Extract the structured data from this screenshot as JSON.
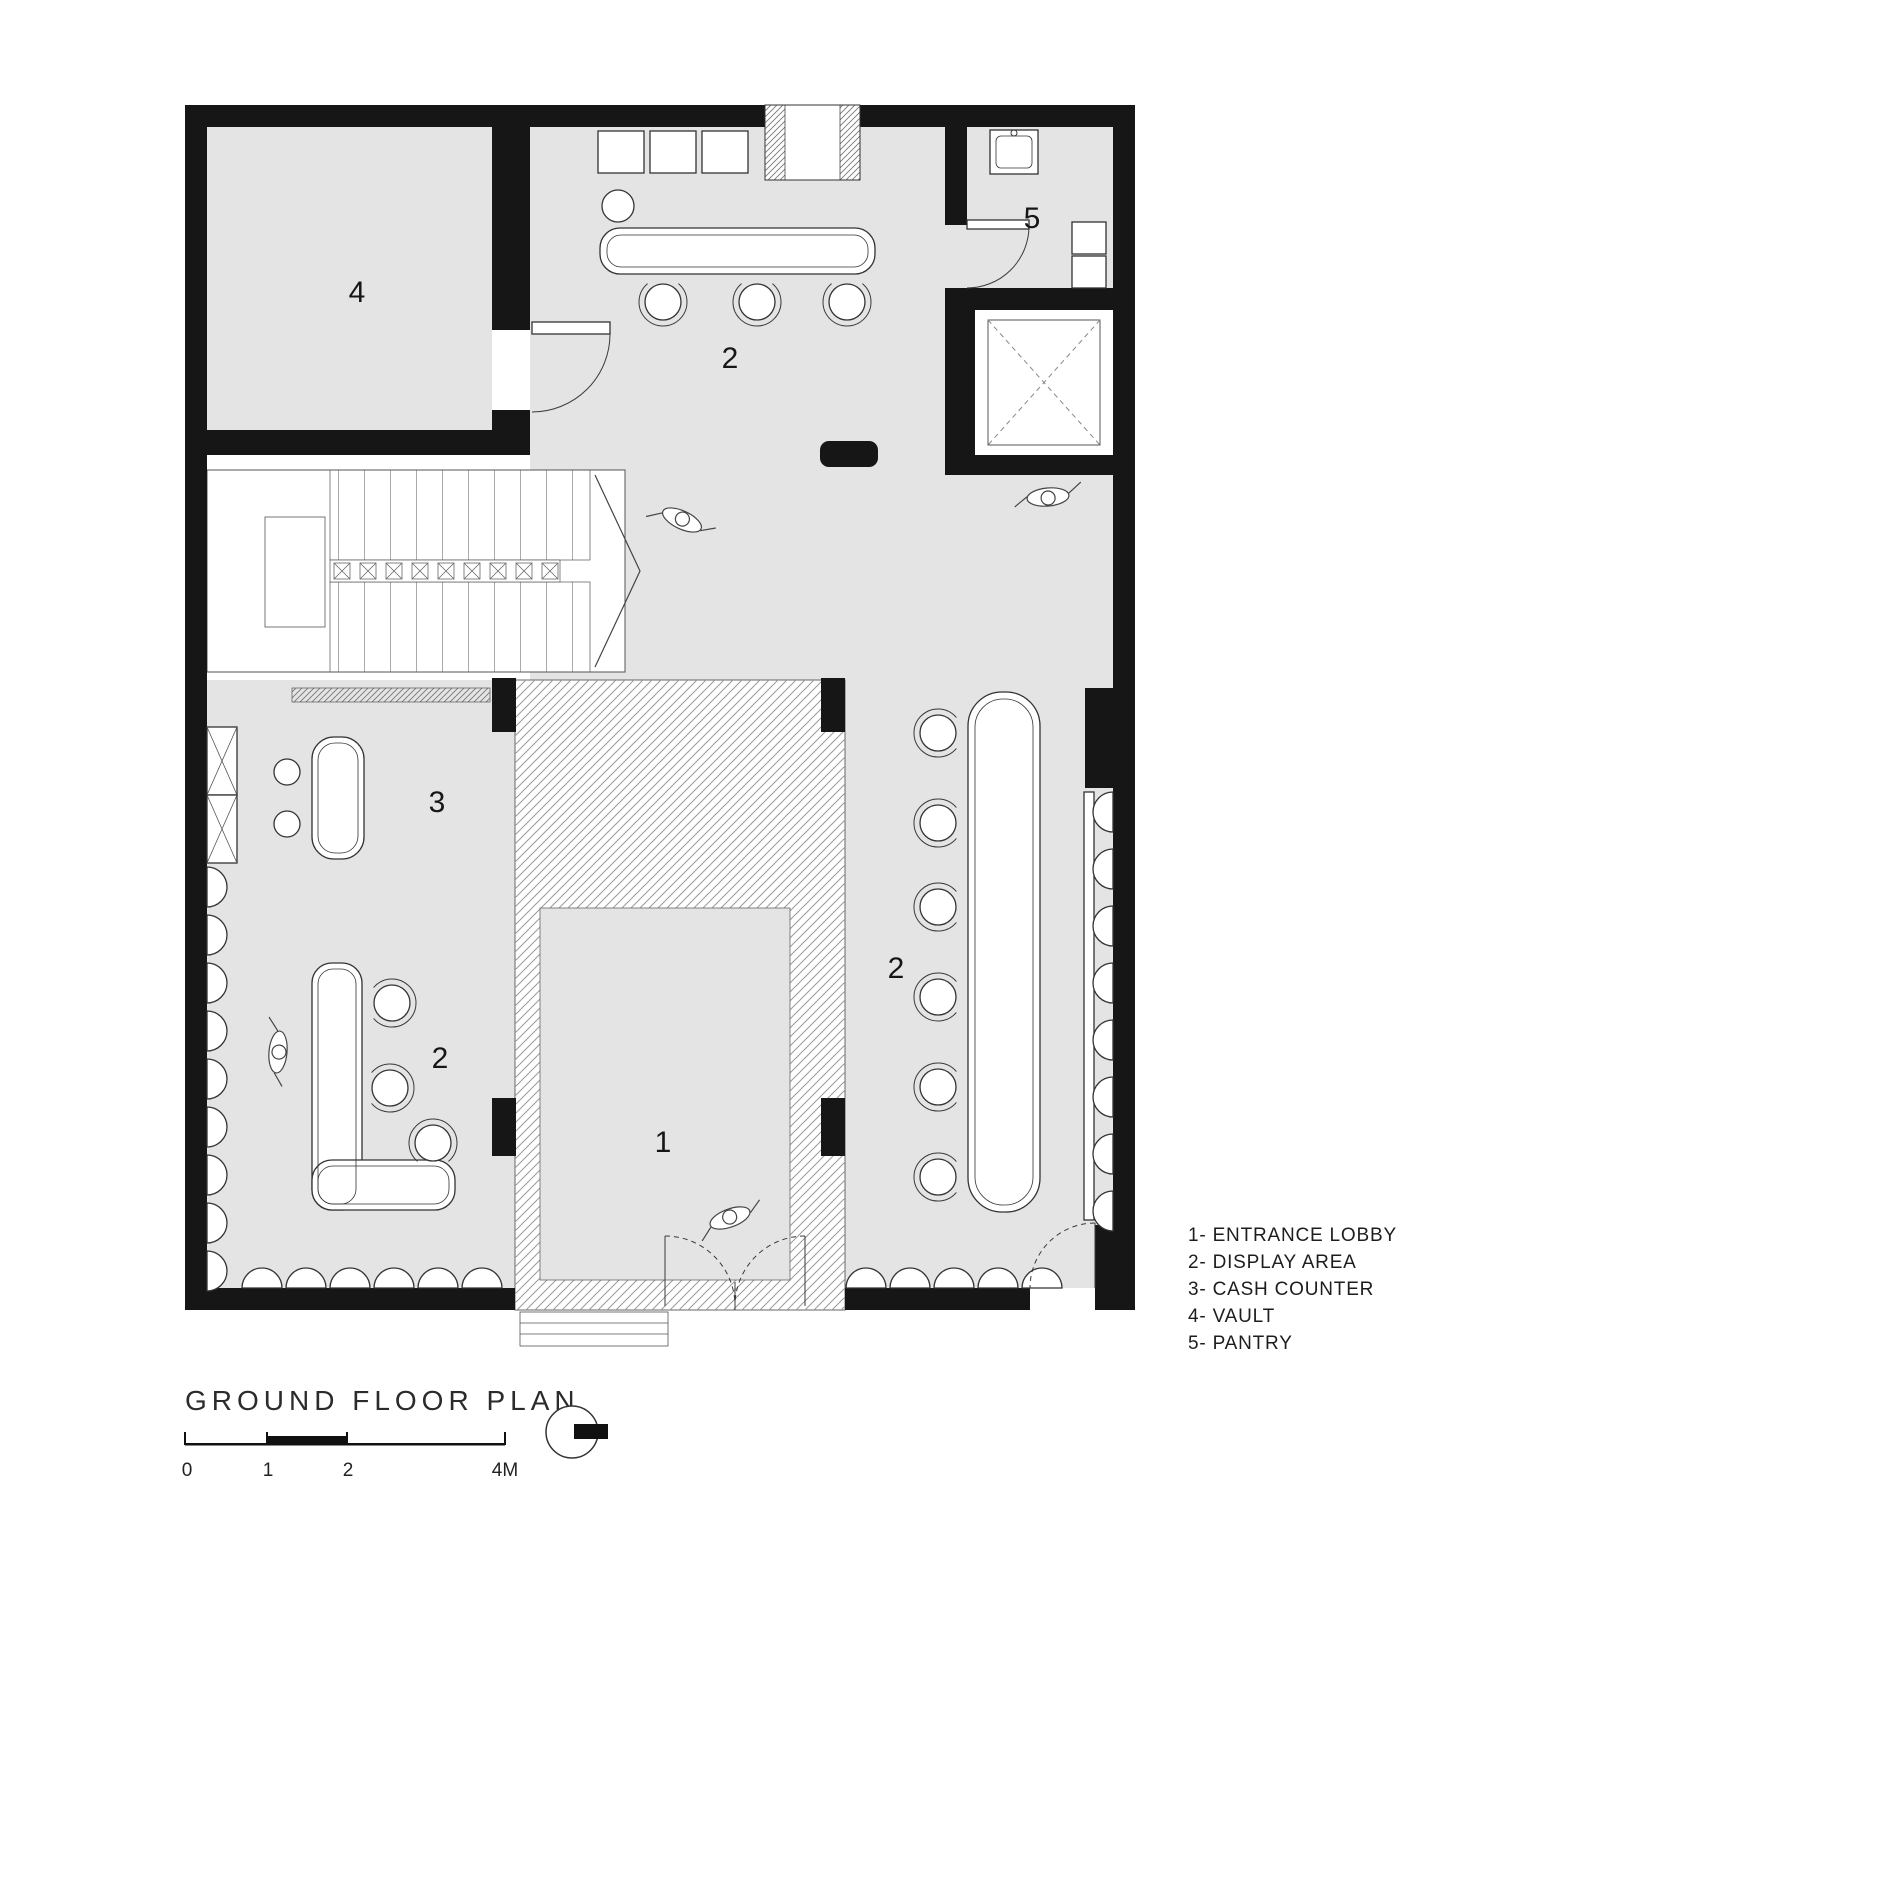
{
  "plan": {
    "title": "GROUND FLOOR PLAN",
    "room_labels": {
      "entrance_lobby": "1",
      "display_top": "2",
      "display_left": "2",
      "display_right": "2",
      "cash_counter": "3",
      "vault": "4",
      "pantry": "5"
    },
    "legend": {
      "items": [
        {
          "text": "1- ENTRANCE LOBBY"
        },
        {
          "text": "2- DISPLAY AREA"
        },
        {
          "text": "3- CASH COUNTER"
        },
        {
          "text": "4- VAULT"
        },
        {
          "text": "5- PANTRY"
        }
      ]
    },
    "scale_bar": {
      "labels": [
        "0",
        "1",
        "2",
        "4M"
      ]
    },
    "colors": {
      "wall": "#161616",
      "floor": "#e4e4e4",
      "line": "#3a3a3a"
    }
  }
}
